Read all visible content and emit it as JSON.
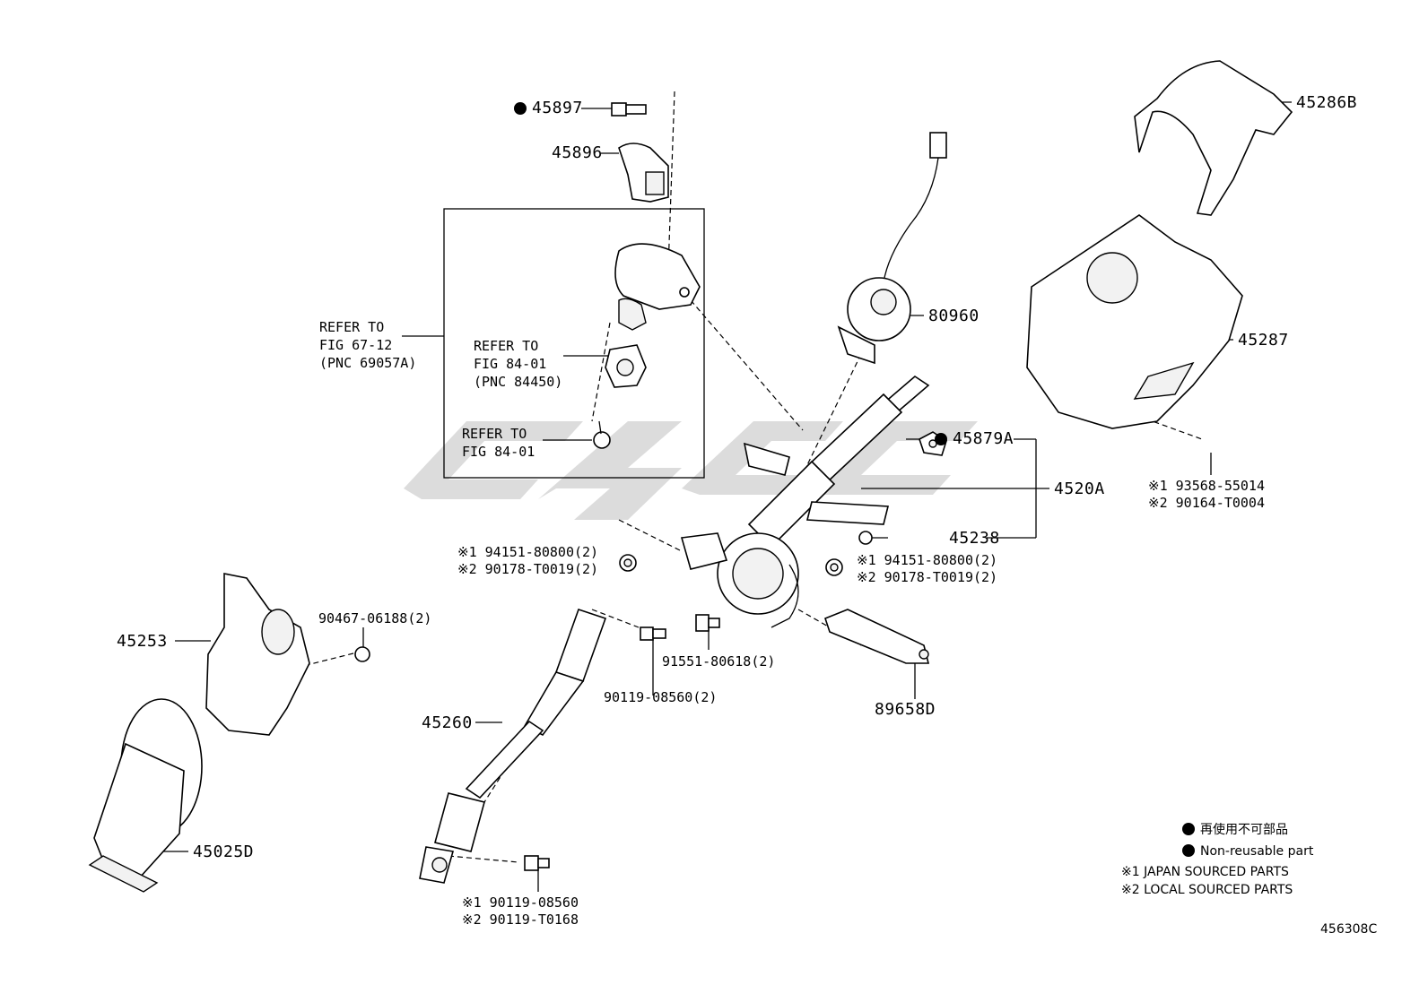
{
  "labels": {
    "p45897": "45897",
    "p45896": "45896",
    "p45286B": "45286B",
    "p80960": "80960",
    "p45287": "45287",
    "p45879A": "45879A",
    "p4520A": "4520A",
    "p45238": "45238",
    "p45253": "45253",
    "p45260": "45260",
    "p45025D": "45025D",
    "p89658D": "89658D",
    "bolt_90467": "90467-06188(2)",
    "bolt_90119_2": "90119-08560(2)",
    "bolt_91551": "91551-80618(2)",
    "nut_left_1": "※1 94151-80800(2)",
    "nut_left_2": "※2 90178-T0019(2)",
    "nut_right_1": "※1 94151-80800(2)",
    "nut_right_2": "※2 90178-T0019(2)",
    "screw_right_1": "※1 93568-55014",
    "screw_right_2": "※2 90164-T0004",
    "bolt_bottom_1": "※1 90119-08560",
    "bolt_bottom_2": "※2 90119-T0168"
  },
  "refs": {
    "ref1": "REFER TO\nFIG 67-12\n(PNC 69057A)",
    "ref2": "REFER TO\nFIG 84-01\n(PNC 84450)",
    "ref3": "REFER TO\nFIG 84-01"
  },
  "legend": {
    "non_reusable_jp": "再使用不可部品",
    "non_reusable_en": "Non-reusable part",
    "japan": "※1 JAPAN SOURCED PARTS",
    "local": "※2 LOCAL SOURCED PARTS"
  },
  "figure_id": "456308C",
  "colors": {
    "line": "#000000",
    "background": "#ffffff",
    "watermark": "#d9d9d9"
  }
}
